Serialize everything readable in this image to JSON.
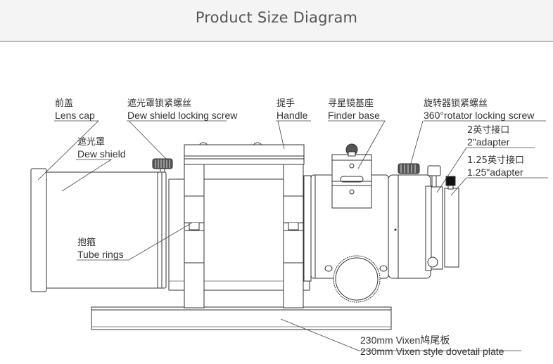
{
  "header": {
    "title": "Product Size Diagram"
  },
  "labels": {
    "lens_cap": {
      "cn": "前盖",
      "en": "Lens cap"
    },
    "dew_shield_screw": {
      "cn": "遮光罩锁紧螺丝",
      "en": "Dew shield locking screw"
    },
    "handle": {
      "cn": "提手",
      "en": "Handle"
    },
    "finder_base": {
      "cn": "寻星镜基座",
      "en": "Finder base"
    },
    "rotator_screw": {
      "cn": "旋转器锁紧螺丝",
      "en": "360°rotator locking screw"
    },
    "adapter_2": {
      "cn": "2英寸接口",
      "en": "2\"adapter"
    },
    "adapter_125": {
      "cn": "1.25英寸接口",
      "en": "1.25\"adapter"
    },
    "dew_shield": {
      "cn": "遮光罩",
      "en": "Dew shield"
    },
    "tube_rings": {
      "cn": "抱箍",
      "en": "Tube rings"
    },
    "dovetail": {
      "cn": "230mm Vixen鸠尾板",
      "en": "230mm Vixen style dovetail plate"
    }
  },
  "colors": {
    "line": "#333333",
    "header_bg": "#f4f4f4",
    "title": "#555555"
  }
}
